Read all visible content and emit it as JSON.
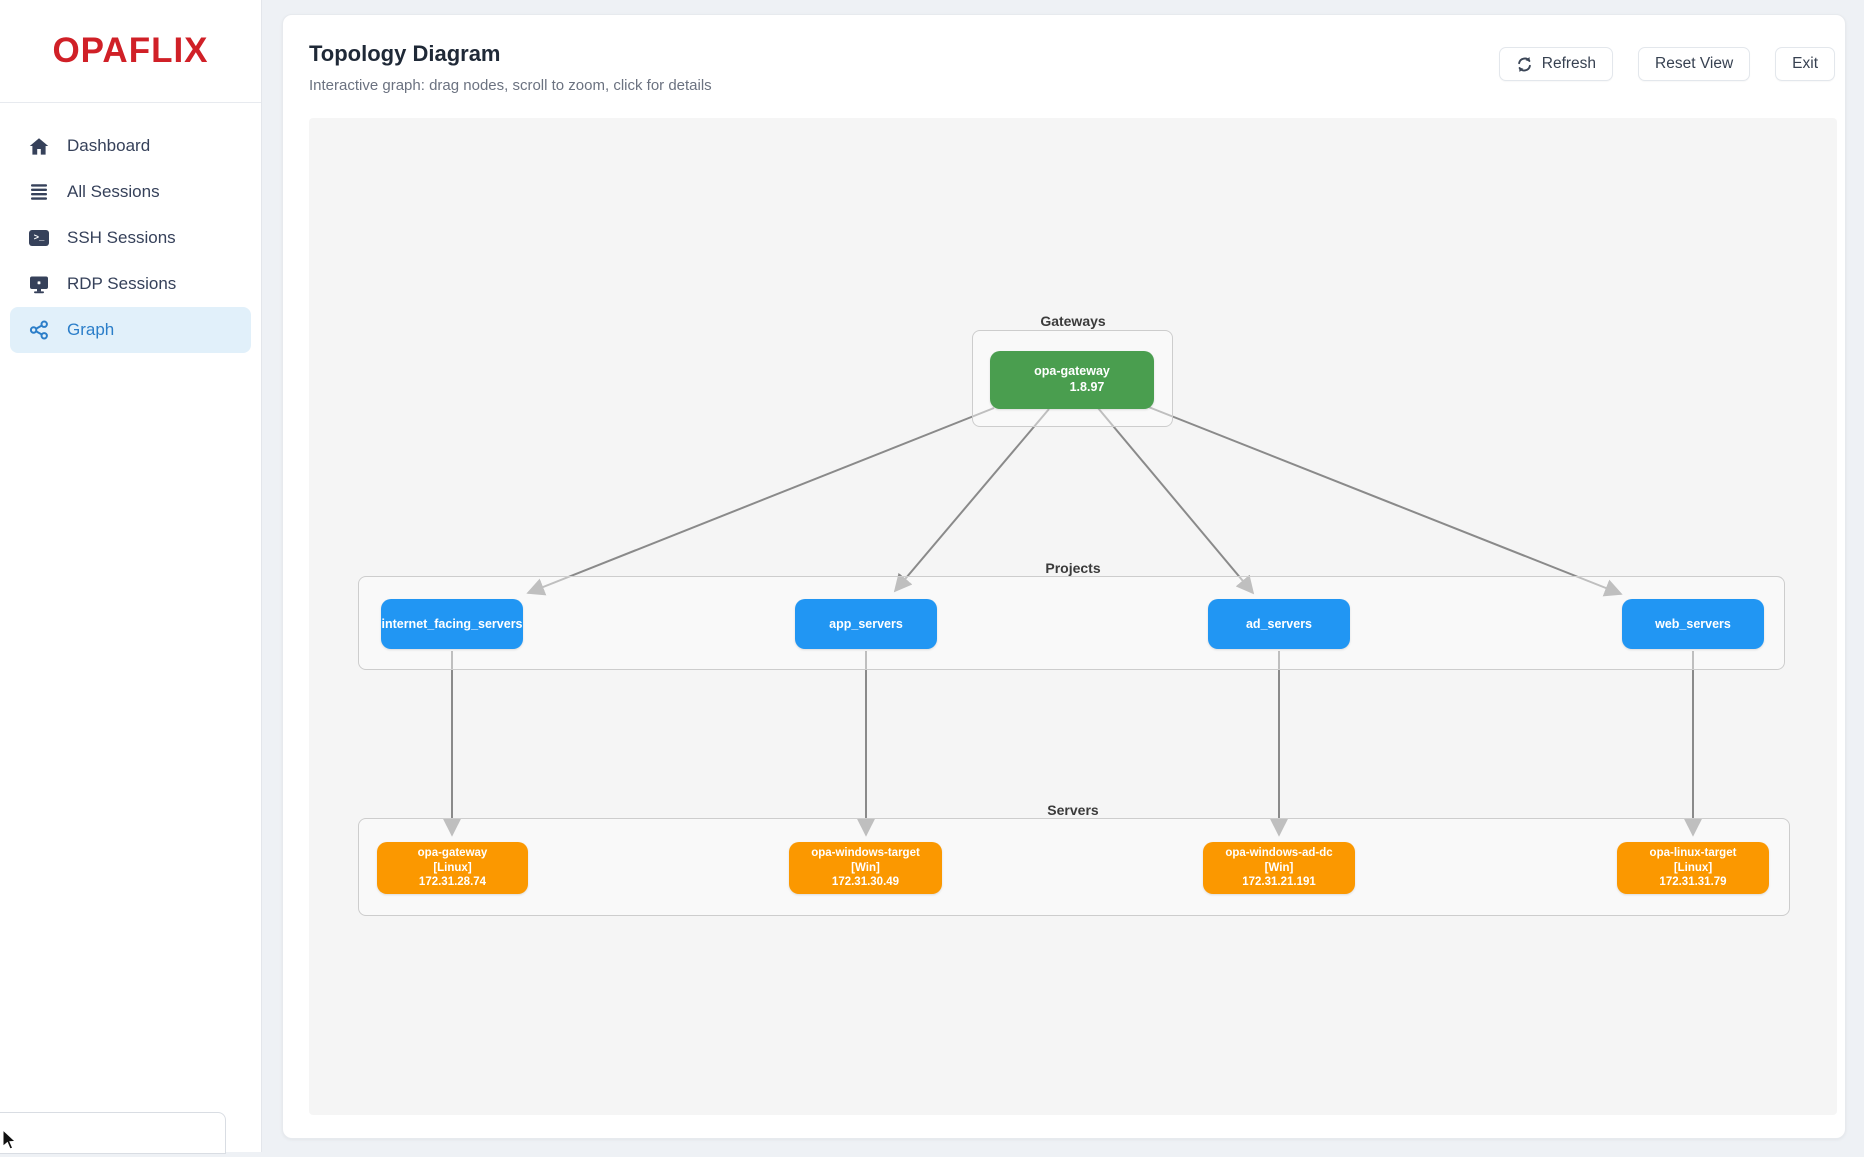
{
  "sidebar": {
    "logo": "OPAFLIX",
    "items": [
      {
        "label": "Dashboard",
        "icon": "home-icon"
      },
      {
        "label": "All Sessions",
        "icon": "list-icon"
      },
      {
        "label": "SSH Sessions",
        "icon": "terminal-icon",
        "terminal_glyph": ">_"
      },
      {
        "label": "RDP Sessions",
        "icon": "monitor-icon"
      },
      {
        "label": "Graph",
        "icon": "share-nodes-icon",
        "active": true
      }
    ]
  },
  "header": {
    "title": "Topology Diagram",
    "subtitle": "Interactive graph: drag nodes, scroll to zoom, click for details",
    "buttons": {
      "refresh": "Refresh",
      "reset": "Reset View",
      "exit": "Exit"
    }
  },
  "graph": {
    "groups": {
      "gateways": "Gateways",
      "projects": "Projects",
      "servers": "Servers"
    },
    "gateway_node": {
      "name": "opa-gateway",
      "ip": "1.8.97"
    },
    "project_nodes": [
      {
        "name": "internet_facing_servers"
      },
      {
        "name": "app_servers"
      },
      {
        "name": "ad_servers"
      },
      {
        "name": "web_servers"
      }
    ],
    "server_nodes": [
      {
        "name": "opa-gateway",
        "os": "[Linux]",
        "ip": "172.31.28.74"
      },
      {
        "name": "opa-windows-target",
        "os": "[Win]",
        "ip": "172.31.30.49"
      },
      {
        "name": "opa-windows-ad-dc",
        "os": "[Win]",
        "ip": "172.31.21.191"
      },
      {
        "name": "opa-linux-target",
        "os": "[Linux]",
        "ip": "172.31.31.79"
      }
    ],
    "colors": {
      "gateway_node": "#4a9e4f",
      "project_node": "#2196f3",
      "server_node": "#fb9800",
      "edge": "#8a8a8a",
      "logo_red": "#d02027",
      "active_nav_bg": "#e1f0fa",
      "active_nav_text": "#2b7ec9"
    },
    "edges": [
      {
        "from": "opa-gateway",
        "to": "internet_facing_servers"
      },
      {
        "from": "opa-gateway",
        "to": "app_servers"
      },
      {
        "from": "opa-gateway",
        "to": "ad_servers"
      },
      {
        "from": "opa-gateway",
        "to": "web_servers"
      },
      {
        "from": "internet_facing_servers",
        "to": "opa-gateway [Linux]"
      },
      {
        "from": "app_servers",
        "to": "opa-windows-target"
      },
      {
        "from": "ad_servers",
        "to": "opa-windows-ad-dc"
      },
      {
        "from": "web_servers",
        "to": "opa-linux-target"
      }
    ]
  }
}
